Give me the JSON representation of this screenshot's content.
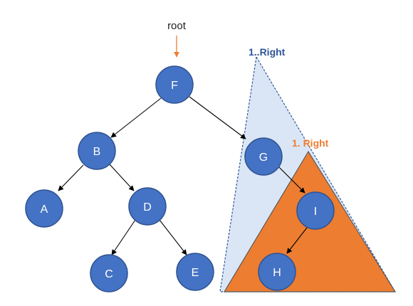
{
  "root_label": "root",
  "subtree_labels": {
    "outer": "1..Right",
    "inner": "1. Right"
  },
  "nodes": [
    {
      "id": "F",
      "label": "F"
    },
    {
      "id": "B",
      "label": "B"
    },
    {
      "id": "G",
      "label": "G"
    },
    {
      "id": "A",
      "label": "A"
    },
    {
      "id": "D",
      "label": "D"
    },
    {
      "id": "I",
      "label": "I"
    },
    {
      "id": "C",
      "label": "C"
    },
    {
      "id": "E",
      "label": "E"
    },
    {
      "id": "H",
      "label": "H"
    }
  ],
  "edges": [
    {
      "from": "F",
      "to": "B"
    },
    {
      "from": "F",
      "to": "G"
    },
    {
      "from": "B",
      "to": "A"
    },
    {
      "from": "B",
      "to": "D"
    },
    {
      "from": "D",
      "to": "C"
    },
    {
      "from": "D",
      "to": "E"
    },
    {
      "from": "G",
      "to": "I"
    },
    {
      "from": "I",
      "to": "H"
    }
  ],
  "colors": {
    "node_fill": "#4472c4",
    "node_stroke": "#2f528f",
    "edge": "#000000",
    "root_arrow": "#ed7d31",
    "outer_triangle_fill": "#dae6f5",
    "outer_triangle_stroke": "#2f5597",
    "outer_label": "#2f5597",
    "inner_triangle_fill": "#ed7d31",
    "inner_triangle_stroke": "#5a5a5a",
    "inner_label": "#ed7d31"
  }
}
